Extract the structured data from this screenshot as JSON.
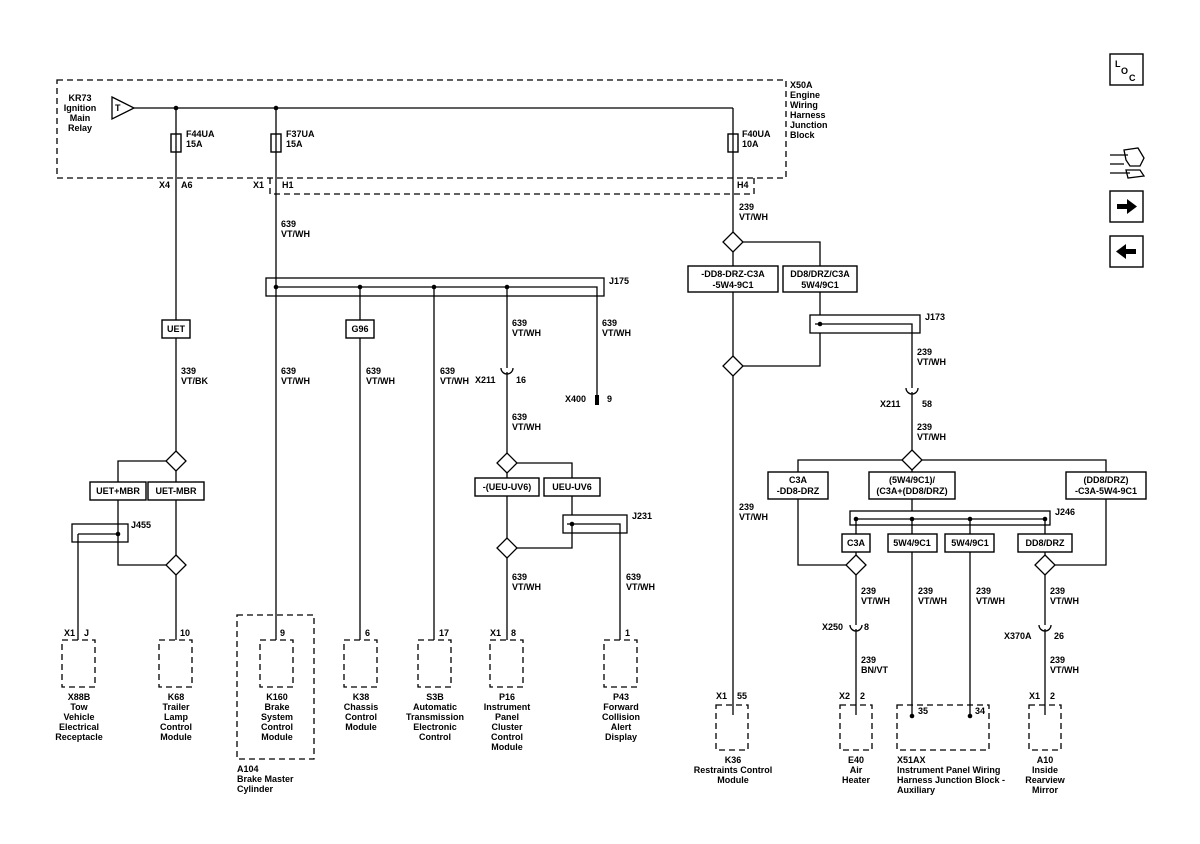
{
  "nav": {
    "loc_l": "L",
    "loc_o": "O",
    "loc_c": "C"
  },
  "junction_block": {
    "lines": [
      "X50A",
      "Engine",
      "Wiring",
      "Harness",
      "Junction",
      "Block"
    ]
  },
  "relay": {
    "lines": [
      "KR73",
      "Ignition",
      "Main",
      "Relay"
    ],
    "pin": "T"
  },
  "fuses": [
    {
      "name": "F44UA",
      "rating": "15A"
    },
    {
      "name": "F37UA",
      "rating": "15A"
    },
    {
      "name": "F40UA",
      "rating": "10A"
    }
  ],
  "block_pins": {
    "x4": "X4",
    "a6": "A6",
    "x1": "X1",
    "h1": "H1",
    "h4": "H4"
  },
  "splices": {
    "j175": "J175",
    "j173": "J173",
    "j455": "J455",
    "j231": "J231",
    "j246": "J246"
  },
  "wires": {
    "w639_h1": [
      "639",
      "VT/WH"
    ],
    "w339": [
      "339",
      "VT/BK"
    ],
    "w639_k160": [
      "639",
      "VT/WH"
    ],
    "w639_k38": [
      "639",
      "VT/WH"
    ],
    "w639_s3b": [
      "639",
      "VT/WH"
    ],
    "w639_x211a": [
      "639",
      "VT/WH"
    ],
    "w639_x400": [
      "639",
      "VT/WH"
    ],
    "w639_x211b": [
      "639",
      "VT/WH"
    ],
    "w639_p16": [
      "639",
      "VT/WH"
    ],
    "w639_p43": [
      "639",
      "VT/WH"
    ],
    "w239_h4": [
      "239",
      "VT/WH"
    ],
    "w239_j173": [
      "239",
      "VT/WH"
    ],
    "w239_x211": [
      "239",
      "VT/WH"
    ],
    "w239_k36": [
      "239",
      "VT/WH"
    ],
    "w239_c3a": [
      "239",
      "VT/WH"
    ],
    "w239_e40": [
      "239",
      "BN/VT"
    ],
    "w239_35": [
      "239",
      "VT/WH"
    ],
    "w239_34": [
      "239",
      "VT/WH"
    ],
    "w239_dd8": [
      "239",
      "VT/WH"
    ],
    "w239_a10": [
      "239",
      "VT/WH"
    ]
  },
  "options": {
    "uet": "UET",
    "g96": "G96",
    "uet_mbr": "UET+MBR",
    "uet_minus_mbr": "UET-MBR",
    "not_ueu_uv6": "-(UEU-UV6)",
    "ueu_uv6": "UEU-UV6",
    "not_dd8_l1": "-DD8-DRZ-C3A",
    "not_dd8_l2": "-5W4-9C1",
    "dd8_l1": "DD8/DRZ/C3A",
    "dd8_l2": "5W4/9C1",
    "c3a_l1": "C3A",
    "c3a_l2": "-DD8-DRZ",
    "mid_l1": "(5W4/9C1)/",
    "mid_l2": "(C3A+(DD8/DRZ)",
    "right_l1": "(DD8/DRZ)",
    "right_l2": "-C3A-5W4-9C1",
    "c3a": "C3A",
    "w5w4_a": "5W4/9C1",
    "w5w4_b": "5W4/9C1",
    "dd8drz": "DD8/DRZ"
  },
  "inline": {
    "x211a": {
      "name": "X211",
      "pin": "16"
    },
    "x400": {
      "name": "X400",
      "pin": "9"
    },
    "x211b": {
      "name": "X211",
      "pin": "58"
    },
    "x250": {
      "name": "X250",
      "pin": "8"
    },
    "x370a": {
      "name": "X370A",
      "pin": "26"
    }
  },
  "connectors": {
    "x88b": {
      "conn": "X1",
      "pin": "J"
    },
    "k68": {
      "pin": "10"
    },
    "k160": {
      "pin": "9"
    },
    "k38": {
      "pin": "6"
    },
    "s3b": {
      "pin": "17"
    },
    "p16": {
      "conn": "X1",
      "pin": "8"
    },
    "p43": {
      "pin": "1"
    },
    "k36": {
      "conn": "X1",
      "pin": "55"
    },
    "e40": {
      "conn": "X2",
      "pin": "2"
    },
    "x51ax": {
      "pin_a": "35",
      "pin_b": "34"
    },
    "a10": {
      "conn": "X1",
      "pin": "2"
    }
  },
  "components": {
    "x88b": [
      "X88B",
      "Tow",
      "Vehicle",
      "Electrical",
      "Receptacle"
    ],
    "k68": [
      "K68",
      "Trailer",
      "Lamp",
      "Control",
      "Module"
    ],
    "k160": [
      "K160",
      "Brake",
      "System",
      "Control",
      "Module"
    ],
    "a104": [
      "A104",
      "Brake Master",
      "Cylinder"
    ],
    "k38": [
      "K38",
      "Chassis",
      "Control",
      "Module"
    ],
    "s3b": [
      "S3B",
      "Automatic",
      "Transmission",
      "Electronic",
      "Control"
    ],
    "p16": [
      "P16",
      "Instrument",
      "Panel",
      "Cluster",
      "Control",
      "Module"
    ],
    "p43": [
      "P43",
      "Forward",
      "Collision",
      "Alert",
      "Display"
    ],
    "k36": [
      "K36",
      "Restraints Control",
      "Module"
    ],
    "e40": [
      "E40",
      "Air",
      "Heater"
    ],
    "x51ax": [
      "X51AX",
      "Instrument Panel Wiring",
      "Harness Junction Block -",
      "Auxiliary"
    ],
    "a10": [
      "A10",
      "Inside",
      "Rearview",
      "Mirror"
    ]
  }
}
